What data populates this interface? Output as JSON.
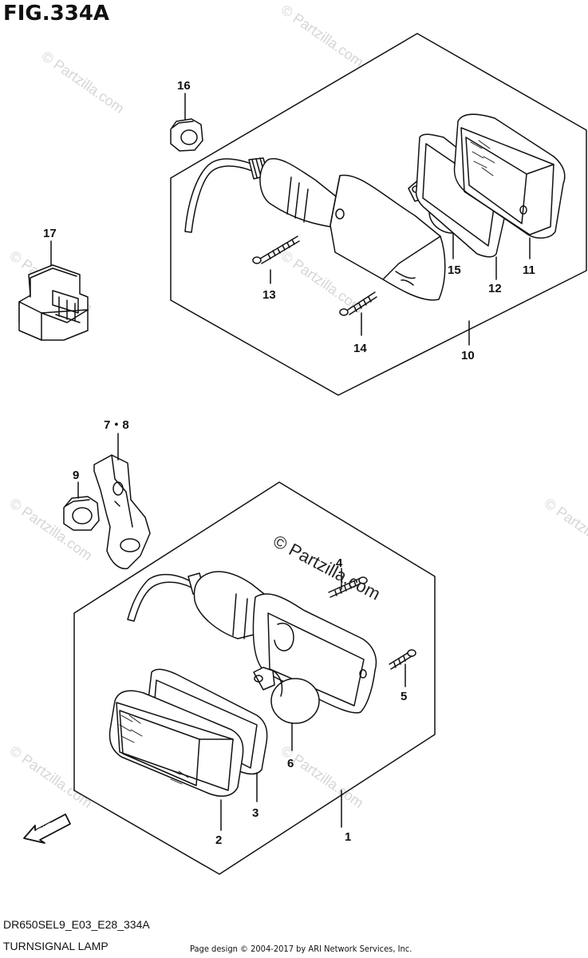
{
  "title": "FIG.334A",
  "caption": {
    "model_code": "DR650SEL9_E03_E28_334A",
    "part_name": "TURNSIGNAL LAMP",
    "credit": "Page design © 2004-2017 by ARI Network Services, Inc."
  },
  "watermark": "© Partzilla.com",
  "watermark_faint": "© Partzilla.com",
  "fwd_label": "FWD",
  "callouts": {
    "c1": "1",
    "c2": "2",
    "c3": "3",
    "c4": "4",
    "c5": "5",
    "c6": "6",
    "c78": "7・8",
    "c9": "9",
    "c10": "10",
    "c11": "11",
    "c12": "12",
    "c13": "13",
    "c14": "14",
    "c15": "15",
    "c16": "16",
    "c17": "17"
  }
}
